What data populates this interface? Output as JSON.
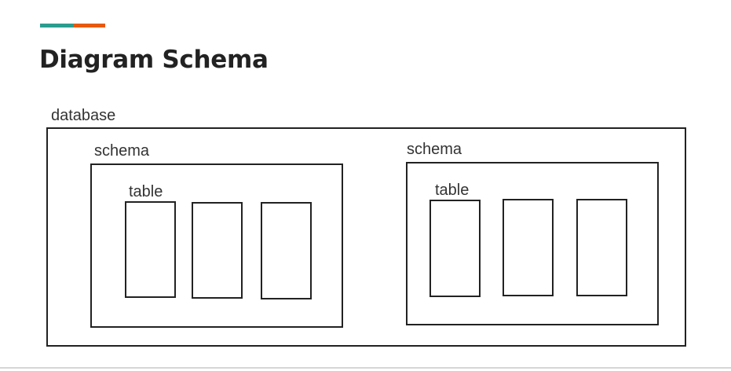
{
  "title": "Diagram Schema",
  "colors": {
    "accent_left": "#2a9d8f",
    "accent_right": "#e8590c",
    "stroke": "#222222"
  },
  "diagram": {
    "database": {
      "label": "database",
      "schemas": [
        {
          "label": "schema",
          "table_label": "table",
          "table_count": 3
        },
        {
          "label": "schema",
          "table_label": "table",
          "table_count": 3
        }
      ]
    }
  }
}
